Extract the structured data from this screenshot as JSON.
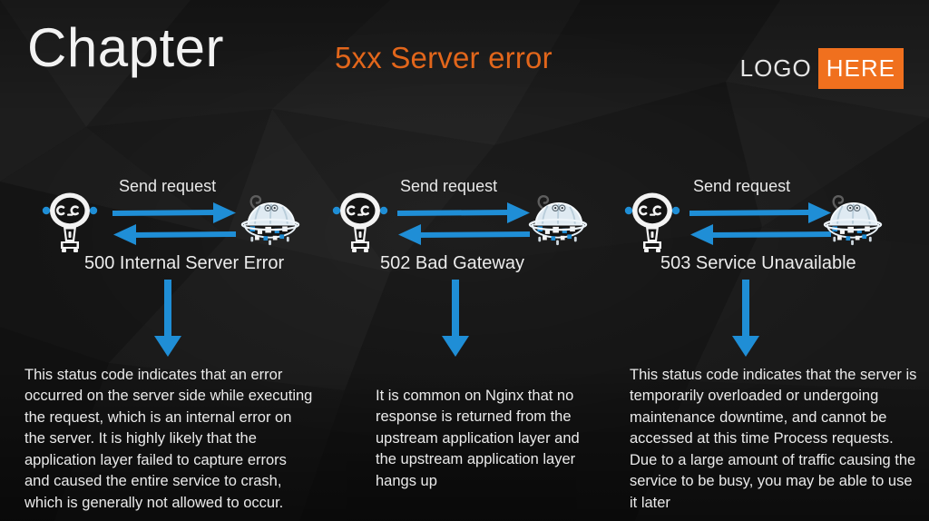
{
  "header": {
    "chapter_label": "Chapter",
    "slide_title": "5xx Server error",
    "logo_text": "LOGO",
    "logo_badge": "HERE",
    "title_color": "#e2661b",
    "badge_color": "#f0701e"
  },
  "theme": {
    "background_color": "#191919",
    "arrow_color": "#1f8ed6",
    "text_color": "#eaeaea"
  },
  "columns": [
    {
      "send_label": "Send request",
      "status_label": "500 Internal Server Error",
      "description": "This status code indicates that an error occurred on the server side while executing the request, which is an internal error on the server. It is highly likely that the application layer failed to capture errors and caused the entire service to crash, which is generally not allowed to occur.",
      "client_icon": "robot-client-icon",
      "server_icon": "ufo-server-icon",
      "request_arrow_icon": "arrow-right-icon",
      "response_arrow_icon": "arrow-left-icon",
      "down_arrow_icon": "arrow-down-icon"
    },
    {
      "send_label": "Send request",
      "status_label": "502 Bad Gateway",
      "description": "It is common on Nginx that no response is returned from the upstream application layer and the upstream application layer hangs up",
      "client_icon": "robot-client-icon",
      "server_icon": "ufo-server-icon",
      "request_arrow_icon": "arrow-right-icon",
      "response_arrow_icon": "arrow-left-icon",
      "down_arrow_icon": "arrow-down-icon"
    },
    {
      "send_label": "Send request",
      "status_label": "503 Service Unavailable",
      "description": "This status code indicates that the server is temporarily overloaded or undergoing maintenance downtime, and cannot be accessed at this time Process requests. Due to a large amount of traffic causing the service to be busy, you may be able to use it later",
      "client_icon": "robot-client-icon",
      "server_icon": "ufo-server-icon",
      "request_arrow_icon": "arrow-right-icon",
      "response_arrow_icon": "arrow-left-icon",
      "down_arrow_icon": "arrow-down-icon"
    }
  ]
}
